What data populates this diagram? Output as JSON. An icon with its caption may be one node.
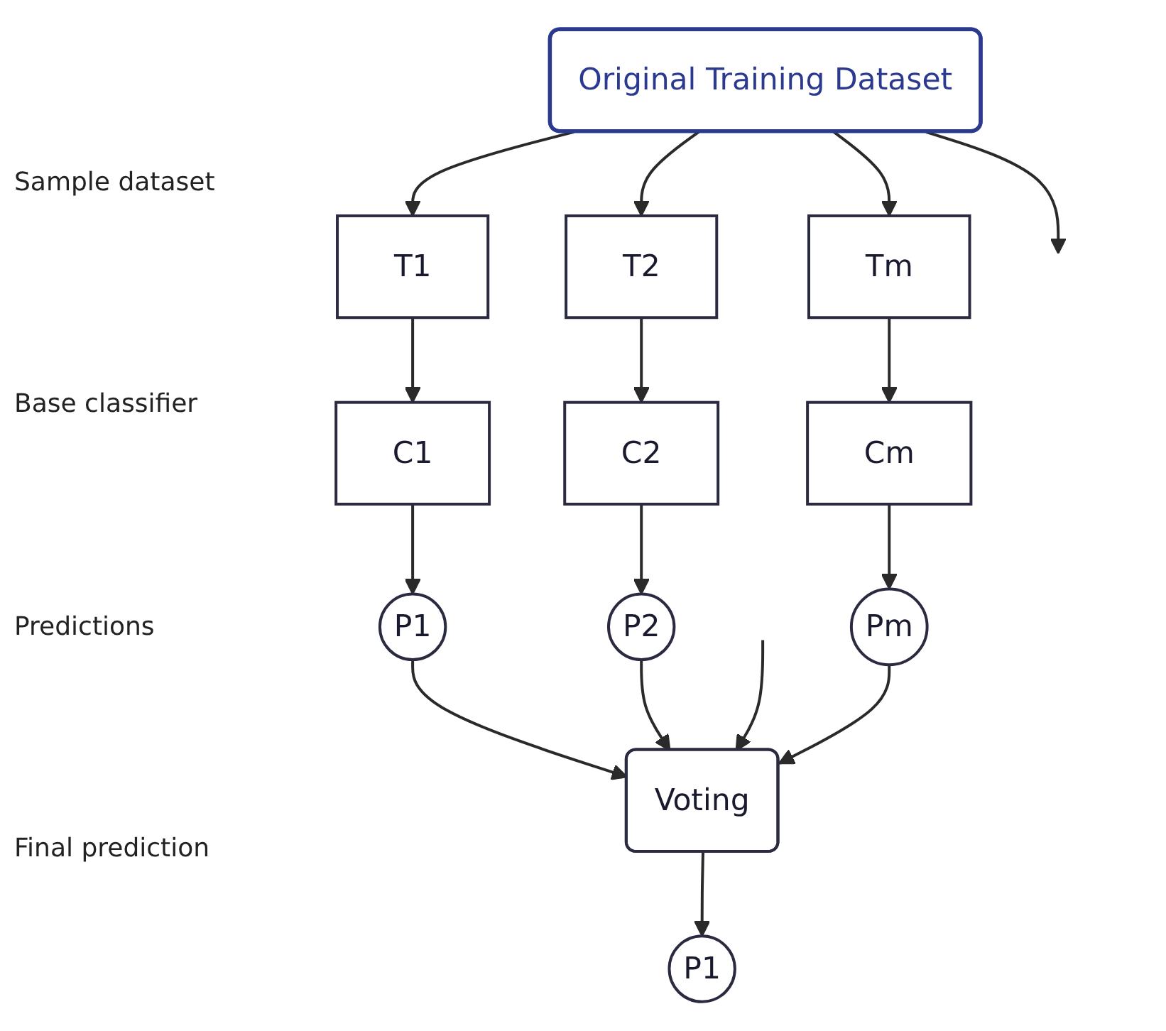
{
  "diagram": {
    "nodes": [
      {
        "text": [
          "Original Training Dataset"
        ]
      },
      {
        "text": [
          "T1"
        ]
      },
      {
        "text": [
          "T2"
        ]
      },
      {
        "text": [
          "Tm"
        ]
      },
      {
        "text": [
          "C1"
        ]
      },
      {
        "text": [
          "C2"
        ]
      },
      {
        "text": [
          "Cm"
        ]
      },
      {
        "text": [
          "P1"
        ]
      },
      {
        "text": [
          "P2"
        ]
      },
      {
        "text": [
          "Pm"
        ]
      },
      {
        "text": [
          "Voting"
        ]
      },
      {
        "text": [
          "P1"
        ]
      }
    ],
    "edges": [
      {
        "from": 0,
        "to": 1,
        "arrow": "to"
      },
      {
        "from": 0,
        "to": 2,
        "arrow": "to"
      },
      {
        "from": 0,
        "to": null,
        "arrow": "to"
      },
      {
        "from": 0,
        "to": 3,
        "arrow": "to"
      },
      {
        "from": 1,
        "to": 4,
        "arrow": "to"
      },
      {
        "from": 2,
        "to": 5,
        "arrow": "to"
      },
      {
        "from": 3,
        "to": 6,
        "arrow": "to"
      },
      {
        "from": 4,
        "to": 7,
        "arrow": "to"
      },
      {
        "from": 5,
        "to": 8,
        "arrow": "to"
      },
      {
        "from": 6,
        "to": 9,
        "arrow": "to"
      },
      {
        "from": 7,
        "to": 10,
        "arrow": "to"
      },
      {
        "from": 8,
        "to": 10,
        "arrow": "to"
      },
      {
        "from": null,
        "to": 10,
        "arrow": "to"
      },
      {
        "from": 9,
        "to": 10,
        "arrow": "to"
      },
      {
        "from": 10,
        "to": 11,
        "arrow": "to"
      }
    ],
    "labels": [
      "Sample dataset",
      "Base classifier",
      "Predictions",
      "Final prediction"
    ]
  }
}
